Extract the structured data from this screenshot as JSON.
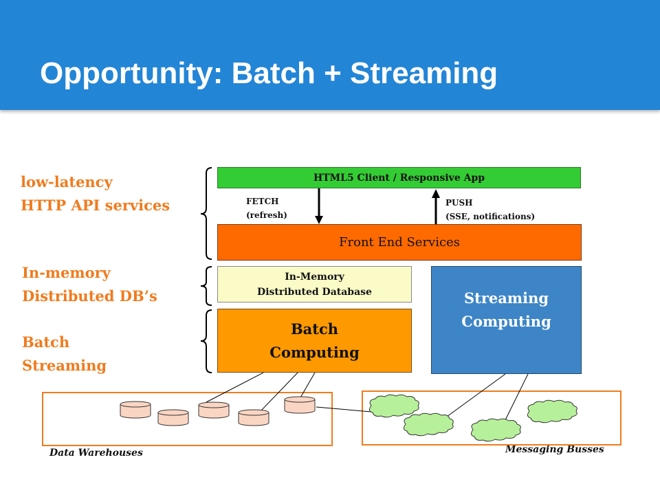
{
  "title": "Opportunity: Batch + Streaming",
  "side_labels": {
    "api": [
      "low-latency",
      "HTTP API services"
    ],
    "memory": [
      "In-memory",
      "Distributed DB’s"
    ],
    "batch": [
      "Batch",
      "Streaming"
    ]
  },
  "boxes": {
    "client": "HTML5 Client / Responsive App",
    "frontend": "Front End Services",
    "inmem": [
      "In-Memory",
      "Distributed Database"
    ],
    "batch": [
      "Batch",
      "Computing"
    ],
    "stream": [
      "Streaming",
      "Computing"
    ]
  },
  "arrows": {
    "fetch": [
      "FETCH",
      "(refresh)"
    ],
    "push": [
      "PUSH",
      "(SSE, notifications)"
    ]
  },
  "captions": {
    "warehouses": "Data Warehouses",
    "busses": "Messaging Busses"
  },
  "colors": {
    "header": "#2385d6",
    "label_orange": "#f07b1e",
    "client_green": "#34cc34",
    "frontend_orange": "#ff6a00",
    "inmem_yellow": "#fbfbc8",
    "batch_orange": "#ff9900",
    "stream_blue": "#3d85c6",
    "db_fill": "#fbd5c3",
    "cloud_fill": "#b7f09a"
  }
}
